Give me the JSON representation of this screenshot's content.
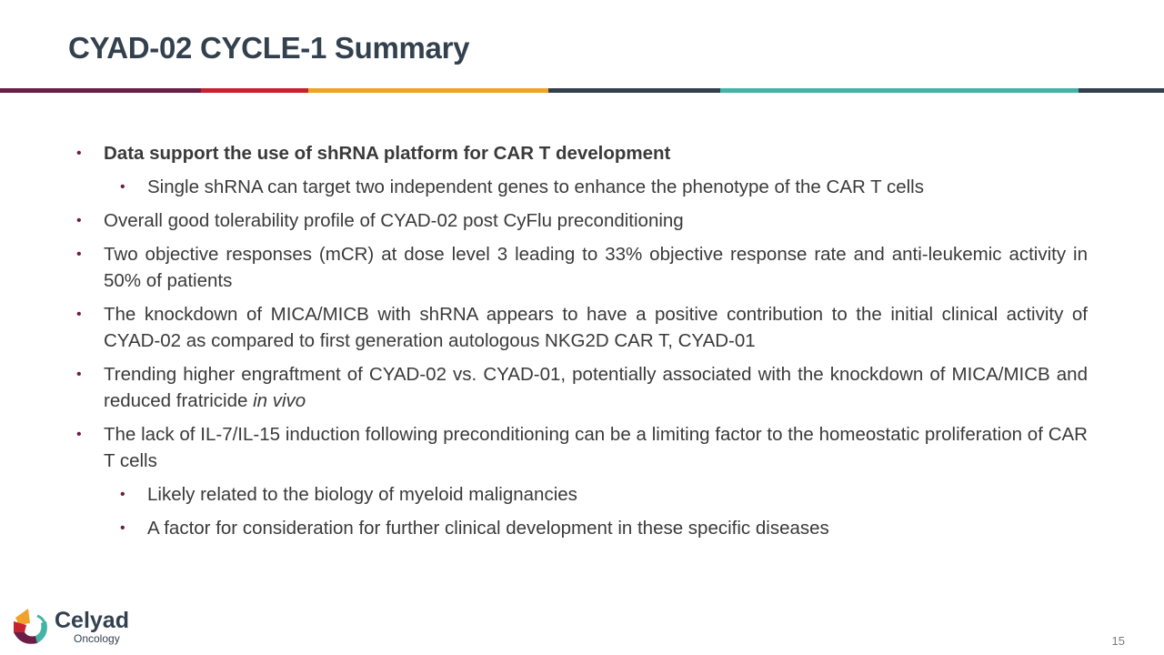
{
  "slide": {
    "title": "CYAD-02 CYCLE-1 Summary",
    "page_number": "15"
  },
  "colors": {
    "title": "#33414f",
    "bullet": "#6b1d45",
    "bar_segments": [
      "#6b1d45",
      "#c8222f",
      "#f0a22a",
      "#33414f",
      "#43b3a8",
      "#33414f"
    ]
  },
  "bullets": [
    {
      "level": 1,
      "bold": true,
      "text": "Data support the use of shRNA platform for CAR T development"
    },
    {
      "level": 2,
      "text": "Single shRNA can target two independent genes to enhance the phenotype of the CAR T cells"
    },
    {
      "level": 1,
      "text": "Overall good tolerability profile of CYAD-02 post CyFlu preconditioning"
    },
    {
      "level": 1,
      "text": "Two objective responses (mCR) at dose level 3 leading to 33% objective response rate and anti-leukemic activity in 50% of patients"
    },
    {
      "level": 1,
      "text": "The knockdown of MICA/MICB with shRNA appears to have a positive contribution to the initial clinical activity of CYAD-02 as compared to first generation autologous NKG2D CAR T, CYAD-01"
    },
    {
      "level": 1,
      "text": "Trending higher engraftment of CYAD-02 vs. CYAD-01, potentially associated with the knockdown of MICA/MICB and reduced fratricide ",
      "italic_suffix": "in vivo"
    },
    {
      "level": 1,
      "text": "The lack of IL-7/IL-15 induction following preconditioning can be a limiting factor to the homeostatic proliferation of CAR T cells"
    },
    {
      "level": 2,
      "text": "Likely related to the biology of myeloid malignancies"
    },
    {
      "level": 2,
      "text": "A factor for consideration for further clinical development in these specific diseases"
    }
  ],
  "bullet_glyph": "•",
  "logo": {
    "name": "Celyad",
    "subtitle": "Oncology",
    "icon": "celyad-logo-icon"
  }
}
